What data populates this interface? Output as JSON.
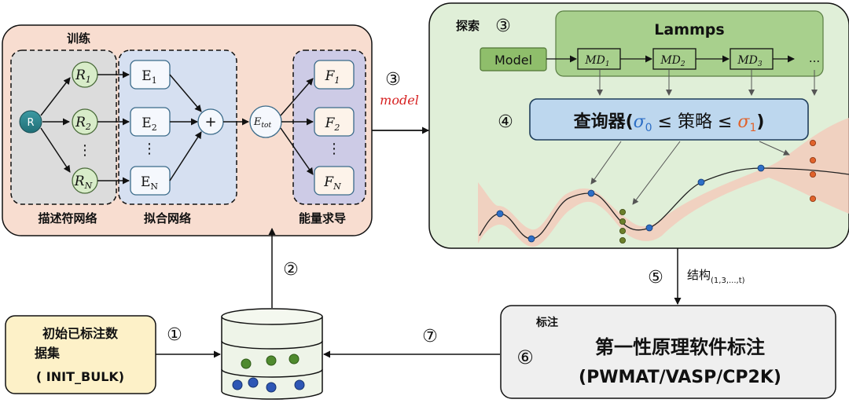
{
  "train": {
    "title": "训练",
    "node_r": "R",
    "r_nodes": [
      {
        "base": "R",
        "sub": "1"
      },
      {
        "base": "R",
        "sub": "2"
      },
      {
        "base": "R",
        "sub": "N"
      }
    ],
    "e_nodes": [
      {
        "base": "E",
        "sub": "1"
      },
      {
        "base": "E",
        "sub": "2"
      },
      {
        "base": "E",
        "sub": "N"
      }
    ],
    "plus": "+",
    "etot": {
      "base": "E",
      "sub": "tot"
    },
    "f_nodes": [
      {
        "base": "F",
        "sub": "1"
      },
      {
        "base": "F",
        "sub": "2"
      },
      {
        "base": "F",
        "sub": "N"
      }
    ],
    "dots": "⋮",
    "label_descriptor": "描述符网络",
    "label_fit": "拟合网络",
    "label_force": "能量求导"
  },
  "arrow_model": {
    "step": "③",
    "label": "model"
  },
  "explore": {
    "title": "探索",
    "step": "③",
    "model_btn": "Model",
    "lammps_title": "Lammps",
    "md_nodes": [
      {
        "base": "MD",
        "sub": "1"
      },
      {
        "base": "MD",
        "sub": "2"
      },
      {
        "base": "MD",
        "sub": "3"
      }
    ],
    "md_more": "...",
    "query_step": "④",
    "query": {
      "text1": "查询器(",
      "sigma0": "σ",
      "sigma0_sub": "0",
      "text2": " ≤ 策略 ≤ ",
      "sigma1": "σ",
      "sigma1_sub": "1",
      "text3": ")"
    },
    "colors": {
      "blue": "#2e6fc6",
      "orange": "#e0622b",
      "olive": "#6b7f2a"
    }
  },
  "step5": {
    "step": "⑤",
    "label": "结构",
    "sub": "(1,3,...,t)"
  },
  "label_box": {
    "title": "标注",
    "step": "⑥",
    "line1": "第一性原理软件标注",
    "line2": "(PWMAT/VASP/CP2K)"
  },
  "step7": "⑦",
  "step2": "②",
  "init": {
    "line1": "初始已标注数",
    "line2": "据集",
    "line3": "( INIT_BULK)",
    "step": "①"
  }
}
